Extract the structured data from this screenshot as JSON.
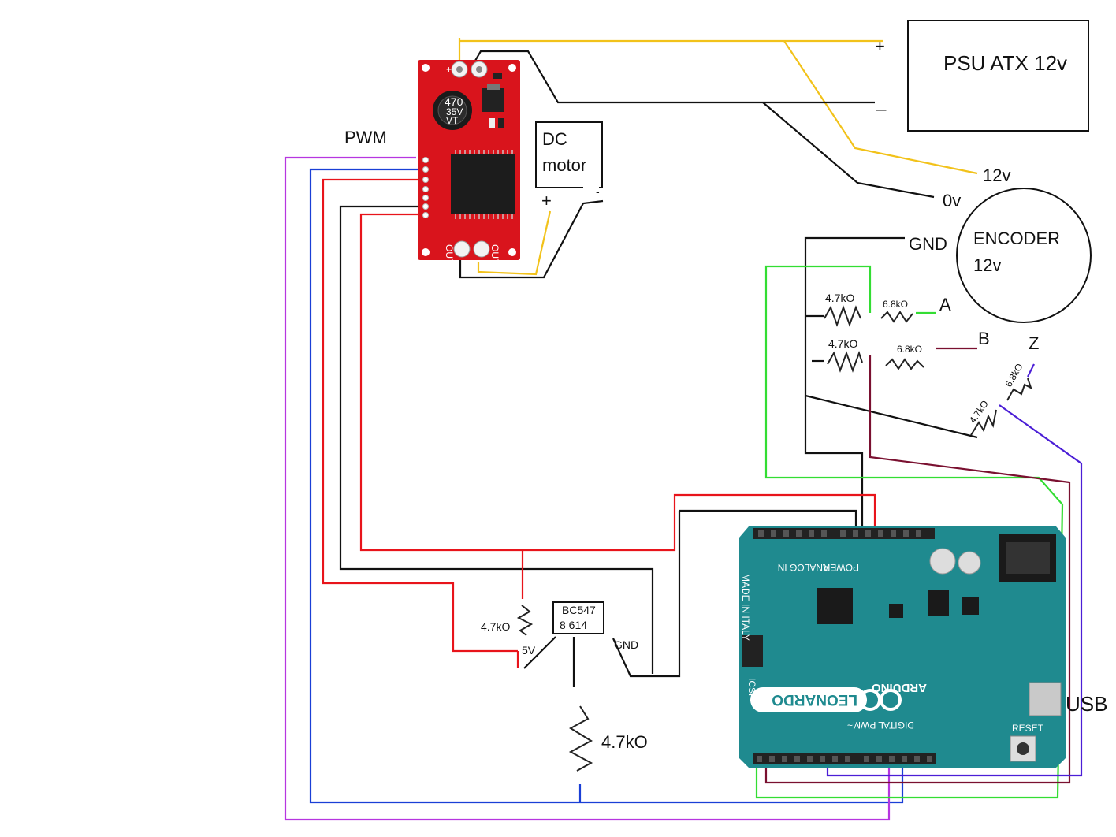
{
  "labels": {
    "psu": "PSU ATX 12v",
    "psu_plus": "+",
    "psu_minus": "_",
    "pwm": "PWM",
    "dc_motor_line1": "DC",
    "dc_motor_line2": "motor",
    "motor_plus": "+",
    "motor_minus": "-",
    "v12": "12v",
    "v0": "0v",
    "gnd_encoder": "GND",
    "encoder_line1": "ENCODER",
    "encoder_line2": "12v",
    "r_a_pull": "4.7kO",
    "r_a_series": "6.8kO",
    "ch_a": "A",
    "r_b_pull": "4.7kO",
    "r_b_series": "6.8kO",
    "ch_b": "B",
    "ch_z": "Z",
    "r_z_series": "6.8kO",
    "r_z_pull": "4.7kO",
    "transistor_line1": "BC547",
    "transistor_line2": "8 614",
    "r_base": "4.7kO",
    "v5": "5V",
    "gnd_transistor": "GND",
    "r_bottom": "4.7kO",
    "usb": "USB"
  },
  "driver_board": {
    "cap_line1": "470",
    "cap_line2": "35V",
    "cap_line3": "VT",
    "outa": "OUTA",
    "outb": "OUTB",
    "plus": "+"
  },
  "arduino": {
    "brand_line1": "ARDUINO",
    "brand_line2": "LEONARDO",
    "made_in": "MADE IN ITALY",
    "power": "POWER",
    "analog": "ANALOG IN",
    "digital": "DIGITAL PWM~",
    "reset": "RESET",
    "icsp": "ICSP"
  },
  "colors": {
    "red_wire": "#e8141b",
    "black_wire": "#111111",
    "yellow_wire": "#f2c21a",
    "blue_wire": "#1a3fd6",
    "purple_wire": "#b636e0",
    "green_wire": "#33dd33",
    "maroon_wire": "#7a1030",
    "violet_wire": "#4b1ed6",
    "board_red": "#d9141c",
    "board_teal": "#1f8a8f"
  }
}
